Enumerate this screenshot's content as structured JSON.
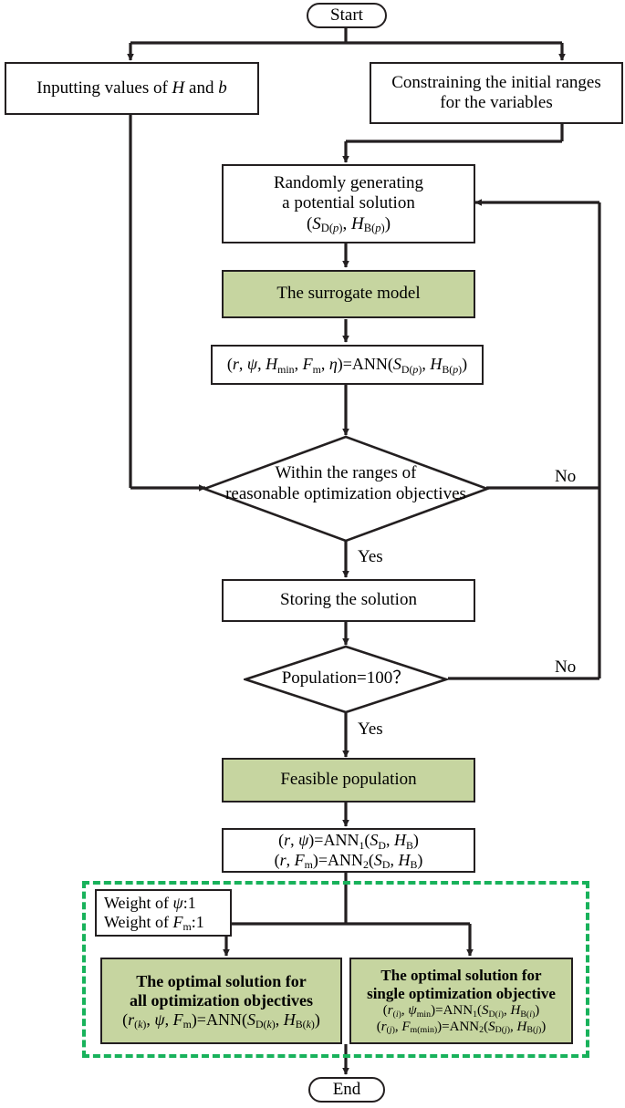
{
  "diagram": {
    "title": "Surrogate-model-based optimization flowchart",
    "colors": {
      "node_fill_green": "#C6D5A0",
      "node_fill_white": "#FFFFFF",
      "node_stroke": "#231F20",
      "dashed_group_border": "#18B25B"
    }
  },
  "nodes": {
    "start": {
      "label": "Start",
      "shape": "terminal"
    },
    "input_values": {
      "line1": "Inputting values of H and b",
      "shape": "process"
    },
    "constrain_ranges": {
      "line1": "Constraining the initial ranges",
      "line2": "for the variables",
      "shape": "process"
    },
    "random_gen": {
      "line1": "Randomly generating",
      "line2": "a potential solution",
      "line3": "(SD(p), HB(p))",
      "shape": "process"
    },
    "surrogate_model": {
      "label": "The surrogate model",
      "shape": "process-green"
    },
    "ann_eval": {
      "line1": "(r, ψ, Hmin, Fm, η)=ANN(SD(p), HB(p))",
      "shape": "process"
    },
    "within_ranges": {
      "line1": "Within the ranges of",
      "line2": "reasonable optimization objectives",
      "shape": "decision"
    },
    "storing": {
      "label": "Storing the solution",
      "shape": "process"
    },
    "population_check": {
      "label": "Population=100？",
      "shape": "decision"
    },
    "feasible_population": {
      "label": "Feasible population",
      "shape": "process-green"
    },
    "ann_models": {
      "line1": "(r, ψ)=ANN1(SD, HB)",
      "line2": "(r, Fm)=ANN2(SD, HB)",
      "shape": "process"
    },
    "weights": {
      "line1": "Weight of ψ:1",
      "line2": "Weight of Fm:1",
      "shape": "process"
    },
    "optimal_all": {
      "line1": "The optimal solution for",
      "line2": "all optimization objectives",
      "line3": "(r(k), ψ, Fm)=ANN(SD(k), HB(k))",
      "shape": "process-green"
    },
    "optimal_single": {
      "line1": "The optimal solution for",
      "line2": "single optimization objective",
      "line3": "(r(i), ψmin)=ANN1(SD(i), HB(i))",
      "line4": "(r(j), Fm(min))=ANN2(SD(j), HB(j))",
      "shape": "process-green"
    },
    "end": {
      "label": "End",
      "shape": "terminal"
    }
  },
  "edge_labels": {
    "no_1": "No",
    "yes_1": "Yes",
    "no_2": "No",
    "yes_2": "Yes"
  }
}
